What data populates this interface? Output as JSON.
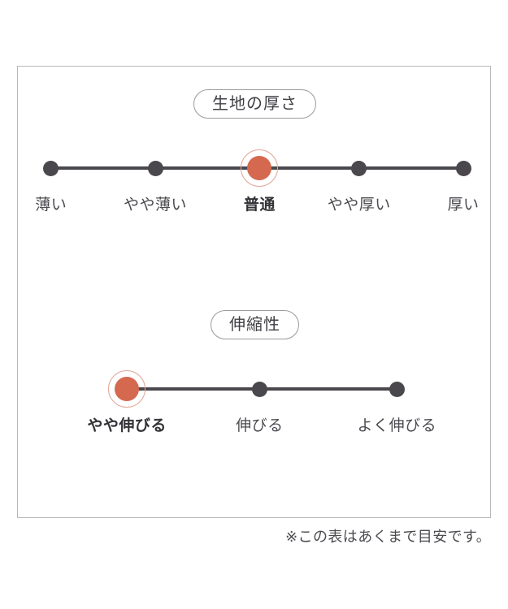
{
  "chart_data": {
    "type": "scale-diagram",
    "title": "",
    "scales": [
      {
        "id": "thickness",
        "label": "生地の厚さ",
        "categories": [
          "薄い",
          "やや薄い",
          "普通",
          "やや厚い",
          "厚い"
        ],
        "selected_index": 2,
        "selected_value": "普通",
        "positions_pct": [
          7,
          29,
          51,
          72,
          94
        ]
      },
      {
        "id": "stretch",
        "label": "伸縮性",
        "categories": [
          "やや伸びる",
          "伸びる",
          "よく伸びる"
        ],
        "selected_index": 0,
        "selected_value": "やや伸びる",
        "positions_pct": [
          23,
          51,
          80
        ]
      }
    ],
    "footnote": "※この表はあくまで目安です。",
    "legend": [],
    "colors": {
      "active_dot": "#d5694f",
      "active_ring": "#e0a898",
      "inactive_dot": "#4a484c",
      "track": "#4a484c",
      "text": "#4b4b50",
      "badge_border": "#9a9a9a",
      "card_border": "#b9b9b9",
      "background": "#ffffff"
    }
  },
  "card": {
    "footnote": "※この表はあくまで目安です。"
  }
}
